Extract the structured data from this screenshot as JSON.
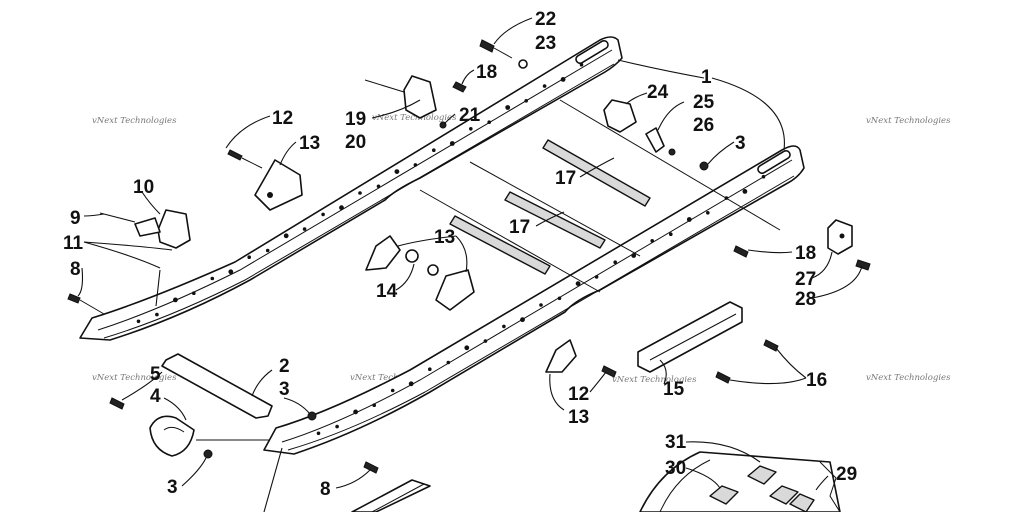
{
  "diagram": {
    "callouts": [
      {
        "id": "c22",
        "text": "22"
      },
      {
        "id": "c23",
        "text": "23"
      },
      {
        "id": "c18a",
        "text": "18"
      },
      {
        "id": "c1",
        "text": "1"
      },
      {
        "id": "c24",
        "text": "24"
      },
      {
        "id": "c25",
        "text": "25"
      },
      {
        "id": "c26",
        "text": "26"
      },
      {
        "id": "c12a",
        "text": "12"
      },
      {
        "id": "c13a",
        "text": "13"
      },
      {
        "id": "c19",
        "text": "19"
      },
      {
        "id": "c20",
        "text": "20"
      },
      {
        "id": "c21",
        "text": "21"
      },
      {
        "id": "c3a",
        "text": "3"
      },
      {
        "id": "c17a",
        "text": "17"
      },
      {
        "id": "c10",
        "text": "10"
      },
      {
        "id": "c9",
        "text": "9"
      },
      {
        "id": "c11",
        "text": "11"
      },
      {
        "id": "c17b",
        "text": "17"
      },
      {
        "id": "c13b",
        "text": "13"
      },
      {
        "id": "c18b",
        "text": "18"
      },
      {
        "id": "c27",
        "text": "27"
      },
      {
        "id": "c28",
        "text": "28"
      },
      {
        "id": "c8a",
        "text": "8"
      },
      {
        "id": "c14",
        "text": "14"
      },
      {
        "id": "c2",
        "text": "2"
      },
      {
        "id": "c5",
        "text": "5"
      },
      {
        "id": "c3b",
        "text": "3"
      },
      {
        "id": "c4",
        "text": "4"
      },
      {
        "id": "c16",
        "text": "16"
      },
      {
        "id": "c12b",
        "text": "12"
      },
      {
        "id": "c15",
        "text": "15"
      },
      {
        "id": "c13c",
        "text": "13"
      },
      {
        "id": "c3c",
        "text": "3"
      },
      {
        "id": "c8b",
        "text": "8"
      },
      {
        "id": "c31",
        "text": "31"
      },
      {
        "id": "c30",
        "text": "30"
      },
      {
        "id": "c29",
        "text": "29"
      }
    ],
    "watermark": {
      "text": "vNext Technologies"
    }
  }
}
